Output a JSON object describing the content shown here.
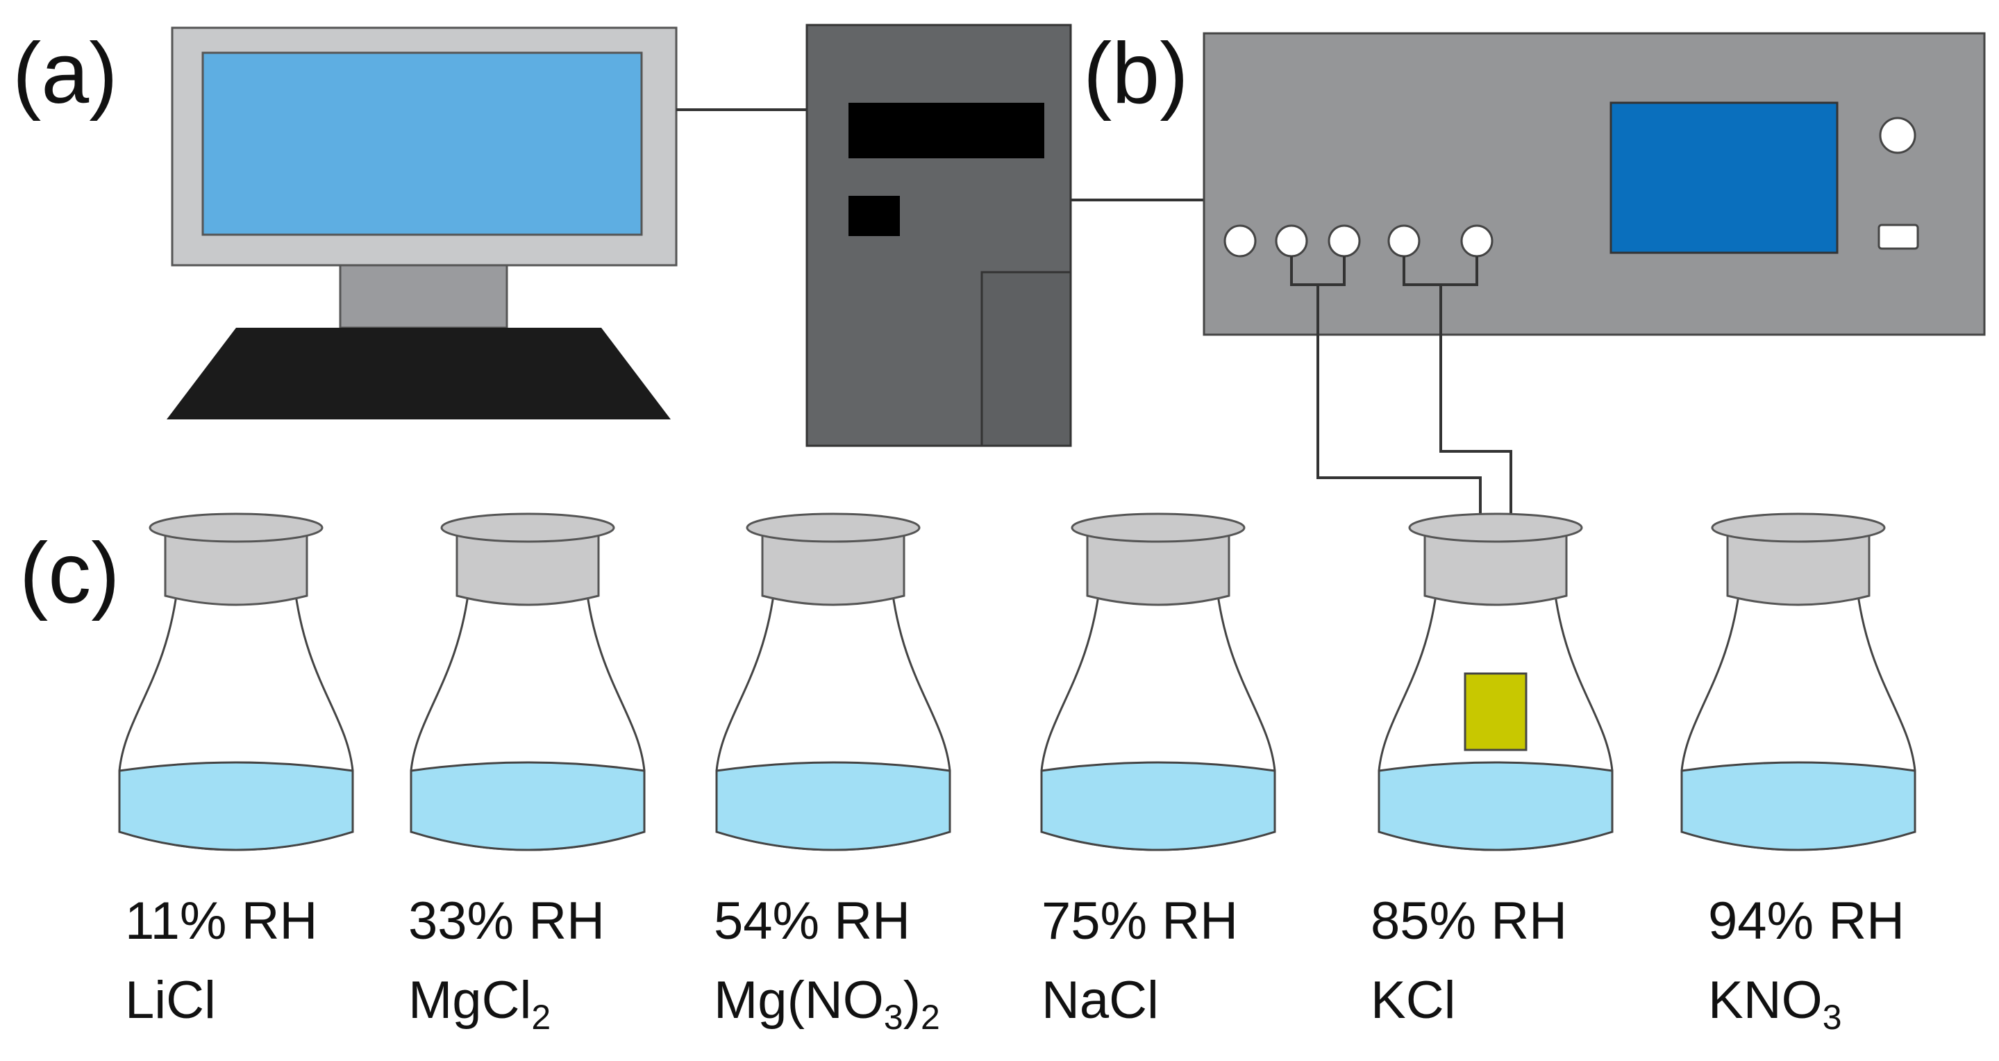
{
  "panels": {
    "a": "(a)",
    "b": "(b)",
    "c": "(c)"
  },
  "colors": {
    "monitor_frame": "#c8c9cb",
    "monitor_screen": "#5eaee2",
    "monitor_stand": "#9a9b9e",
    "keyboard": "#1b1b1b",
    "computer_tower": "#636567",
    "tower_slot": "#000000",
    "instrument_body": "#959698",
    "instrument_screen": "#0a6fbd",
    "knob": "#ffffff",
    "bottle_cap": "#c9c9ca",
    "solution": "#a1dff5",
    "sensor": "#c8c800",
    "wire": "#333333"
  },
  "bottles": [
    {
      "rh": "11% RH",
      "salt": "LiCl",
      "salt_sub": "",
      "salt_tail": "",
      "has_sensor": false
    },
    {
      "rh": "33% RH",
      "salt": "MgCl",
      "salt_sub": "2",
      "salt_tail": "",
      "has_sensor": false
    },
    {
      "rh": "54% RH",
      "salt": "Mg(NO",
      "salt_sub": "3",
      "salt_tail": ")",
      "salt_sub2": "2",
      "has_sensor": false
    },
    {
      "rh": "75% RH",
      "salt": "NaCl",
      "salt_sub": "",
      "salt_tail": "",
      "has_sensor": false
    },
    {
      "rh": "85% RH",
      "salt": "KCl",
      "salt_sub": "",
      "salt_tail": "",
      "has_sensor": true
    },
    {
      "rh": "94% RH",
      "salt": "KNO",
      "salt_sub": "3",
      "salt_tail": "",
      "has_sensor": false
    }
  ]
}
